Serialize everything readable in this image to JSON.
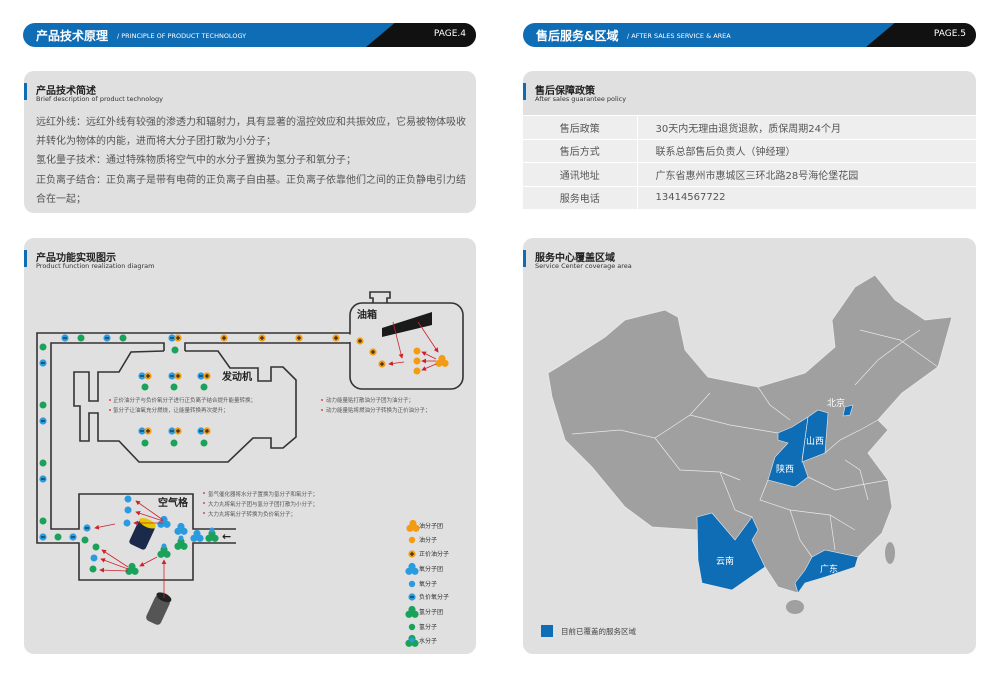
{
  "left_header": {
    "title": "产品技术原理",
    "subtitle": "/ PRINCIPLE OF PRODUCT TECHNOLOGY",
    "page": "PAGE.4"
  },
  "right_header": {
    "title": "售后服务&区域",
    "subtitle": "/ AFTER SALES SERVICE & AREA",
    "page": "PAGE.5"
  },
  "tech_brief": {
    "title": "产品技术简述",
    "subtitle": "Brief description of product technology",
    "paragraphs": [
      "远红外线：远红外线有较强的渗透力和辐射力，具有显著的温控效应和共振效应，它易被物体吸收并转化为物体的内能，进而将大分子团打散为小分子；",
      "氢化量子技术：通过特殊物质将空气中的水分子置换为氢分子和氧分子；",
      "正负离子结合：正负离子是带有电荷的正负离子自由基。正负离子依靠他们之间的正负静电引力结合在一起；"
    ]
  },
  "function_diagram": {
    "title": "产品功能实现图示",
    "subtitle": "Product function realization diagram",
    "labels": {
      "engine": "发动机",
      "tank": "油箱",
      "air_filter": "空气格"
    },
    "engine_notes": [
      "正价油分子与负价氧分子进行正负离子结合提升能量转换；",
      "氢分子让油氧充分燃烧，让能量转换再次提升；"
    ],
    "tank_notes": [
      "动力能量贴打散油分子团为油分子；",
      "动力能量贴将燃油分子转换为正价油分子；"
    ],
    "air_notes": [
      "氢气催化器将水分子置换为氢分子和氧分子；",
      "大力丸将氧分子团与氢分子团打散为小分子；",
      "大力丸将氧分子转换为负价氧分子；"
    ],
    "arrow": "←",
    "legend": [
      "油分子团",
      "油分子",
      "正价油分子",
      "氧分子团",
      "氧分子",
      "负价氧分子",
      "氢分子团",
      "氢分子",
      "水分子"
    ]
  },
  "after_sales": {
    "title": "售后保障政策",
    "subtitle": "After sales guarantee policy",
    "rows": [
      {
        "label": "售后政策",
        "value": "30天内无理由退货退款，质保周期24个月"
      },
      {
        "label": "售后方式",
        "value": "联系总部售后负责人（钟经理）"
      },
      {
        "label": "通讯地址",
        "value": "广东省惠州市惠城区三环北路28号海伦堡花园"
      },
      {
        "label": "服务电话",
        "value": "13414567722"
      }
    ]
  },
  "coverage": {
    "title": "服务中心覆盖区域",
    "subtitle": "Service Center coverage area",
    "regions": [
      "北京",
      "山西",
      "陕西",
      "云南",
      "广东"
    ],
    "legend": "目前已覆盖的服务区域"
  },
  "colors": {
    "accent": "#0f6db6",
    "map_gray": "#a0a0a0",
    "panel": "#e0e0e0",
    "oil": "#f39c12",
    "oxygen": "#2b9be0",
    "hydrogen": "#1aa15a",
    "arrow_red": "#d0202a"
  }
}
